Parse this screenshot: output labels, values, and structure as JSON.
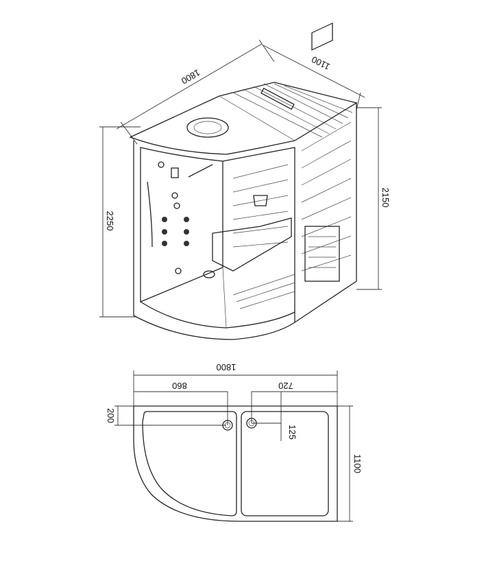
{
  "title": "Steam shower cabin with sauna — dimension drawing",
  "perspective_view": {
    "width_label": "1800",
    "depth_label": "1100",
    "shower_height_label": "2250",
    "sauna_height_label": "2150"
  },
  "plan_view": {
    "total_width_label": "1800",
    "left_drain_offset_label": "860",
    "right_drain_offset_label": "720",
    "drain_from_back_label": "200",
    "depth_label": "1100",
    "right_drain_from_back_label": "125"
  }
}
